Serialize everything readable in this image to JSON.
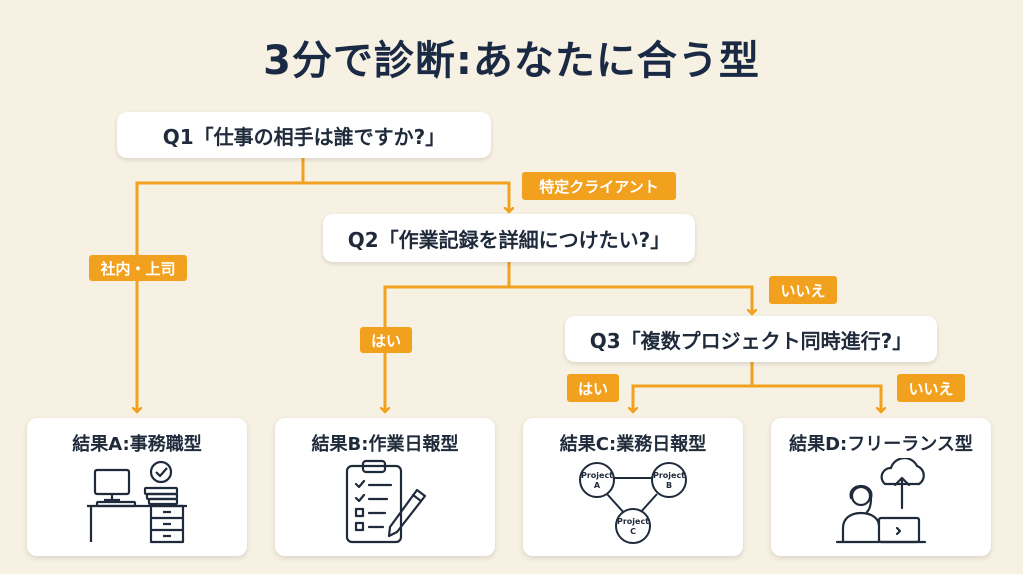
{
  "title": "3分で診断:あなたに合う型",
  "questions": {
    "q1": "Q1「仕事の相手は誰ですか?」",
    "q2": "Q2「作業記録を詳細につけたい?」",
    "q3": "Q3「複数プロジェクト同時進行?」"
  },
  "branches": {
    "q1_left": "社内・上司",
    "q1_right": "特定クライアント",
    "q2_left": "はい",
    "q2_right": "いいえ",
    "q3_left": "はい",
    "q3_right": "いいえ"
  },
  "results": {
    "a": {
      "title": "結果A:事務職型",
      "icon": "office-desk-icon"
    },
    "b": {
      "title": "結果B:作業日報型",
      "icon": "clipboard-checklist-icon"
    },
    "c": {
      "title": "結果C:業務日報型",
      "icon": "project-network-icon",
      "nodes": [
        {
          "line1": "Project",
          "line2": "A"
        },
        {
          "line1": "Project",
          "line2": "B"
        },
        {
          "line1": "Project",
          "line2": "C"
        }
      ]
    },
    "d": {
      "title": "結果D:フリーランス型",
      "icon": "remote-worker-cloud-icon"
    }
  },
  "colors": {
    "accent": "#f2a11f",
    "background": "#f7f1e3",
    "text": "#1f2a3a"
  }
}
